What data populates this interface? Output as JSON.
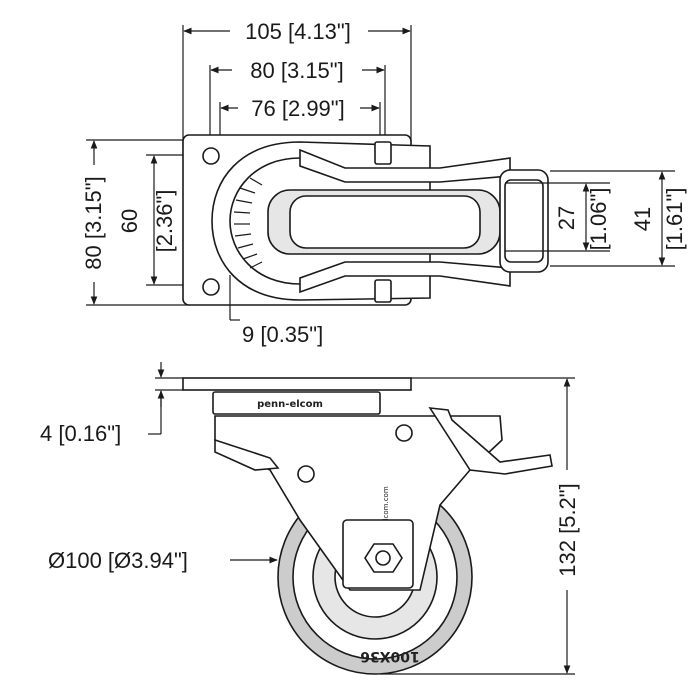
{
  "top_view": {
    "overall_width": "105 [4.13\"]",
    "hole_spacing_outer": "80 [3.15\"]",
    "hole_spacing_inner": "76 [2.99\"]",
    "plate_height": "80 [3.15\"]",
    "hole_pitch_vertical_mm": "60",
    "hole_pitch_vertical_in": "[2.36\"]",
    "wheel_width_mm": "27",
    "wheel_width_in": "[1.06\"]",
    "brake_width_mm": "41",
    "brake_width_in": "[1.61\"]",
    "hole_offset": "9 [0.35\"]"
  },
  "side_view": {
    "plate_thickness": "4 [0.16\"]",
    "wheel_diameter": "Ø100 [Ø3.94\"]",
    "total_height": "132 [5.2\"]",
    "brand_text": "penn-elcom",
    "url_text": "www.penn-elcom.com",
    "tire_text": "100X36"
  },
  "colors": {
    "line": "#1a1a1a",
    "part_fill": "#ffffff",
    "tire_fill": "#cccccc",
    "hub_fill": "#e6e6e6"
  }
}
